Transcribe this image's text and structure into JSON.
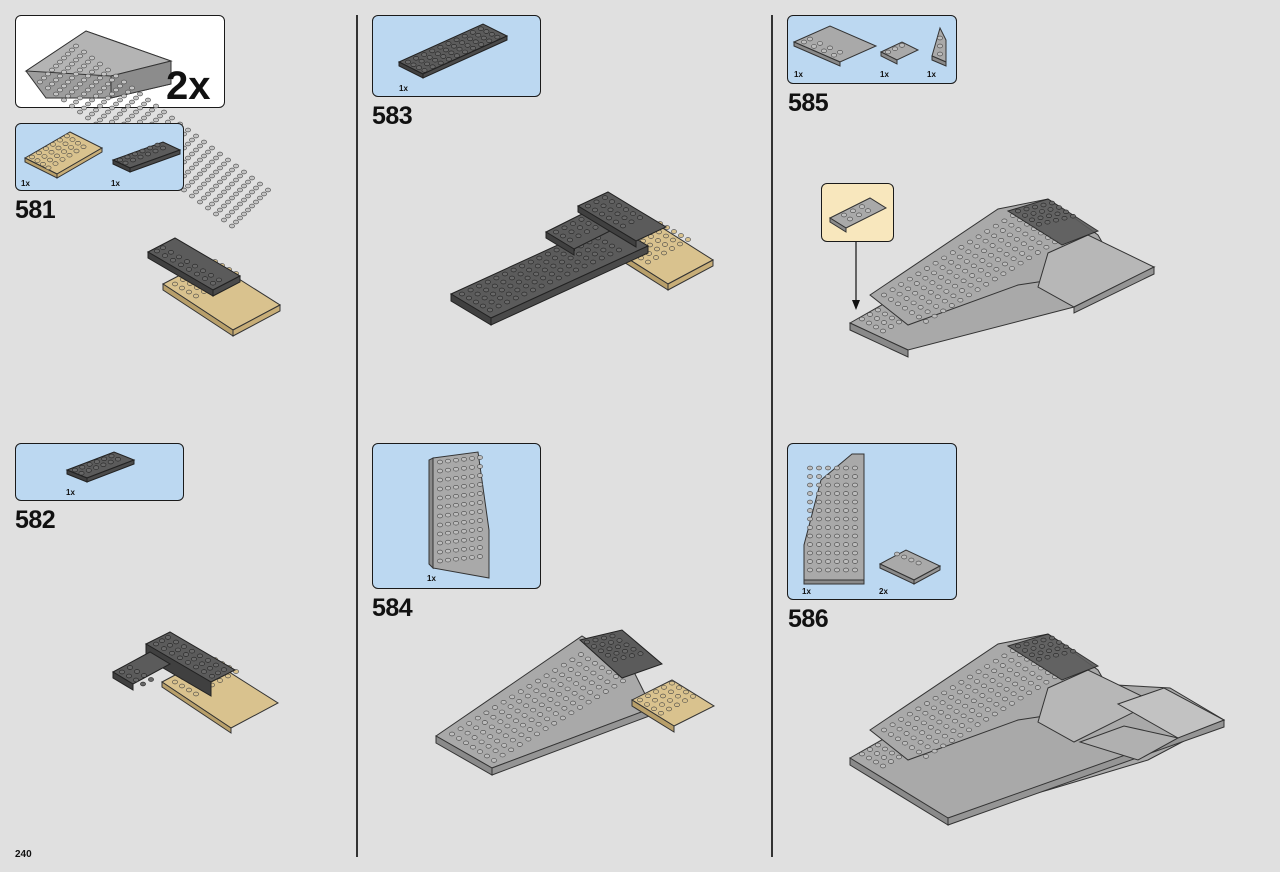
{
  "page": {
    "number": "240"
  },
  "submodel": {
    "multiplier": "2x"
  },
  "steps": [
    {
      "number": "581",
      "parts": [
        {
          "qty": "1x",
          "color": "#d9c28e",
          "part": "tan-plate"
        },
        {
          "qty": "1x",
          "color": "#5b5b5b",
          "part": "dark-gray-plate"
        }
      ]
    },
    {
      "number": "582",
      "parts": [
        {
          "qty": "1x",
          "color": "#5b5b5b",
          "part": "dark-gray-plate"
        }
      ]
    },
    {
      "number": "583",
      "parts": [
        {
          "qty": "1x",
          "color": "#5b5b5b",
          "part": "dark-gray-plate"
        }
      ]
    },
    {
      "number": "584",
      "parts": [
        {
          "qty": "1x",
          "color": "#a9a9a9",
          "part": "light-gray-wedge-plate"
        }
      ]
    },
    {
      "number": "585",
      "parts": [
        {
          "qty": "1x",
          "color": "#a9a9a9",
          "part": "light-gray-plate"
        },
        {
          "qty": "1x",
          "color": "#a9a9a9",
          "part": "light-gray-plate"
        },
        {
          "qty": "1x",
          "color": "#a9a9a9",
          "part": "light-gray-wedge"
        }
      ]
    },
    {
      "number": "586",
      "parts": [
        {
          "qty": "1x",
          "color": "#a9a9a9",
          "part": "light-gray-wedge-plate"
        },
        {
          "qty": "2x",
          "color": "#a9a9a9",
          "part": "light-gray-tile"
        }
      ]
    }
  ],
  "colors": {
    "background": "#e0e0e0",
    "parts_box": "#bcd8f1",
    "callout": "#f8e7bd",
    "dark_gray": "#5b5b5b",
    "light_gray": "#a9a9a9",
    "tan": "#d9c28e"
  }
}
